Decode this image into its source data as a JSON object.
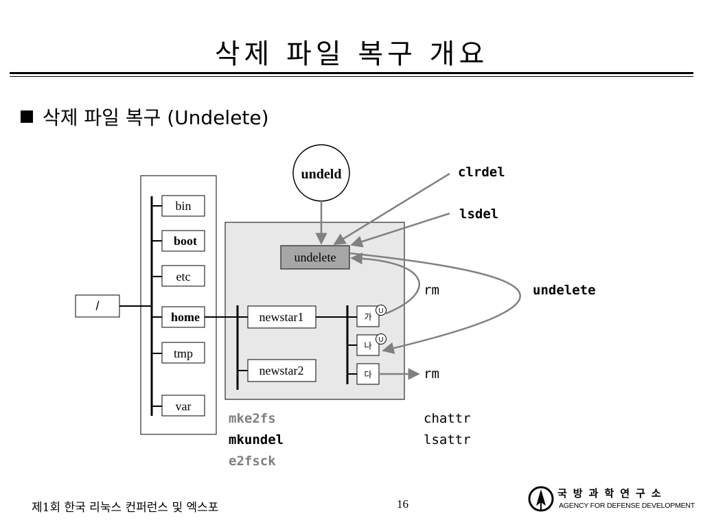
{
  "slide": {
    "title": "삭제 파일 복구 개요",
    "bullet": "삭제 파일 복구 (Undelete)"
  },
  "diagram": {
    "root": "/",
    "dirs": [
      "bin",
      "boot",
      "etc",
      "home",
      "tmp",
      "var"
    ],
    "users": [
      "newstar1",
      "newstar2"
    ],
    "files": [
      "가",
      "나",
      "다"
    ],
    "badge": "U",
    "undelete_box": "undelete",
    "daemon": "undeld",
    "tools": {
      "clrdel": "clrdel",
      "lsdel": "lsdel",
      "undelete_cmd": "undelete",
      "rm1": "rm",
      "rm2": "rm"
    },
    "commands_left": [
      "mke2fs",
      "mkundel",
      "e2fsck"
    ],
    "commands_right": [
      "chattr",
      "lsattr"
    ]
  },
  "footer": {
    "conference": "제1회 한국 리눅스 컨퍼런스 및 엑스포",
    "page": "16",
    "org_korean": "국방과학연구소",
    "org_english": "AGENCY FOR DEFENSE DEVELOPMENT"
  },
  "colors": {
    "panel": "#e8e8e8",
    "undelete_fill": "#a6a6a6",
    "arrow": "#808080",
    "gray_text": "#7f7f7f"
  }
}
